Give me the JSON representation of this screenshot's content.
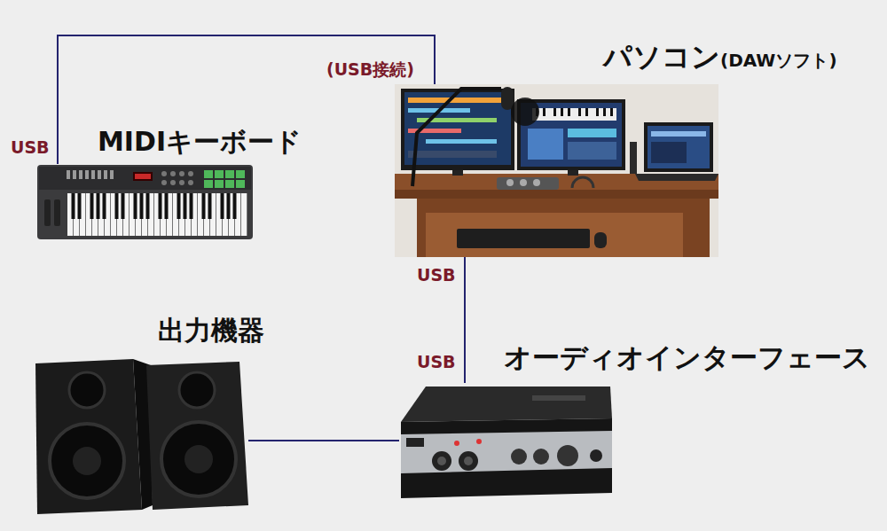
{
  "diagram": {
    "nodes": [
      {
        "text": [
          "MIDIキーボード"
        ]
      },
      {
        "text": [
          "パソコン",
          "(DAWソフト)"
        ]
      },
      {
        "text": [
          "オーディオインターフェース"
        ]
      },
      {
        "text": [
          "出力機器"
        ]
      }
    ],
    "edges": [
      {
        "from": 0,
        "to": 1,
        "arrow": "none",
        "label": "(USB接続)"
      },
      {
        "from": 1,
        "to": 2,
        "arrow": "none",
        "label": "USB"
      },
      {
        "from": 3,
        "to": 2,
        "arrow": "none"
      }
    ],
    "labels": [
      "USB",
      "USB"
    ]
  }
}
